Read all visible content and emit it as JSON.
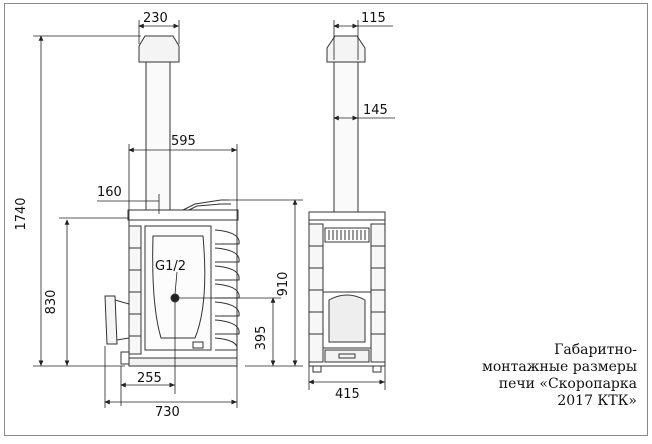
{
  "caption": {
    "line1": "Габаритно-",
    "line2": "монтажные размеры",
    "line3": "печи «Скоропарка",
    "line4": "2017 КТК»"
  },
  "dimensions": {
    "chimney_top_width": "230",
    "chimney_side_top_width": "115",
    "chimney_side_pipe": "145",
    "body_width": "595",
    "chimney_offset": "160",
    "total_height": "1740",
    "body_height": "830",
    "side_height": "910",
    "g_outlet_height": "395",
    "g_outlet_offset": "255",
    "total_depth": "730",
    "side_width": "415",
    "fitting_label": "G1/2"
  }
}
